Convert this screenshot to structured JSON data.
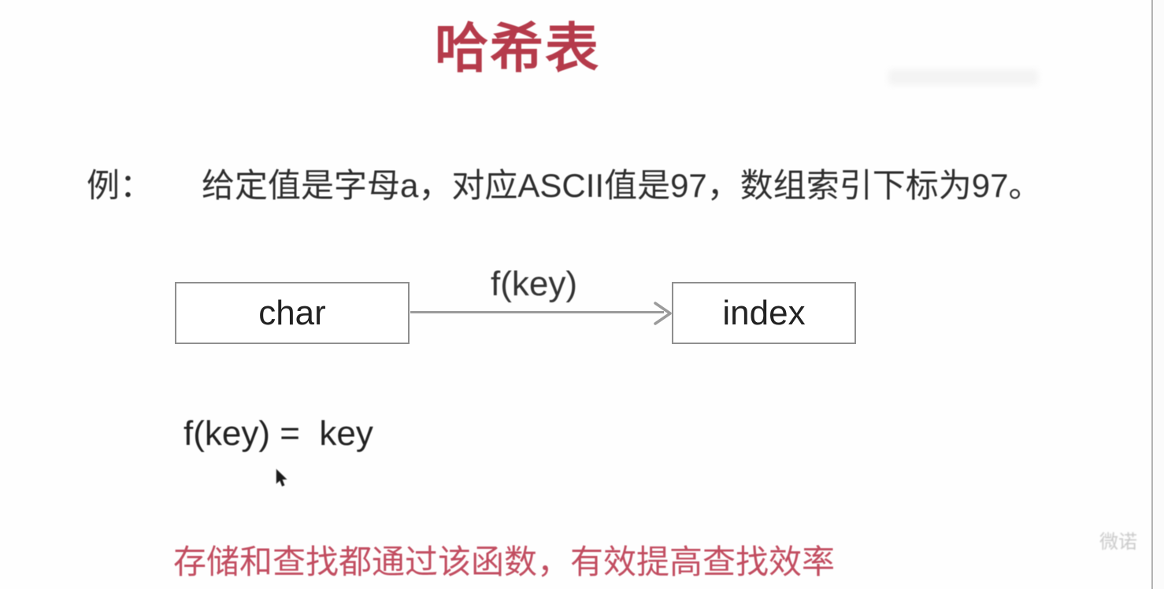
{
  "slide": {
    "title": "哈希表",
    "example": {
      "label": "例：",
      "text": "给定值是字母a，对应ASCII值是97，数组索引下标为97。"
    },
    "diagram": {
      "left_box": "char",
      "right_box": "index",
      "arrow_label": "f(key)"
    },
    "formula": "f(key) =  key",
    "note": "存储和查找都通过该函数，有效提高查找效率",
    "watermark_corner": "微诺"
  },
  "colors": {
    "title_red": "#b53b4b",
    "note_red": "#c24e61",
    "text_dark": "#2e2e2e",
    "box_border": "#8f8f8f",
    "arrow_gray": "#9b9b9b",
    "watermark_gray": "#c9c9c9",
    "bg": "#fefefe"
  }
}
